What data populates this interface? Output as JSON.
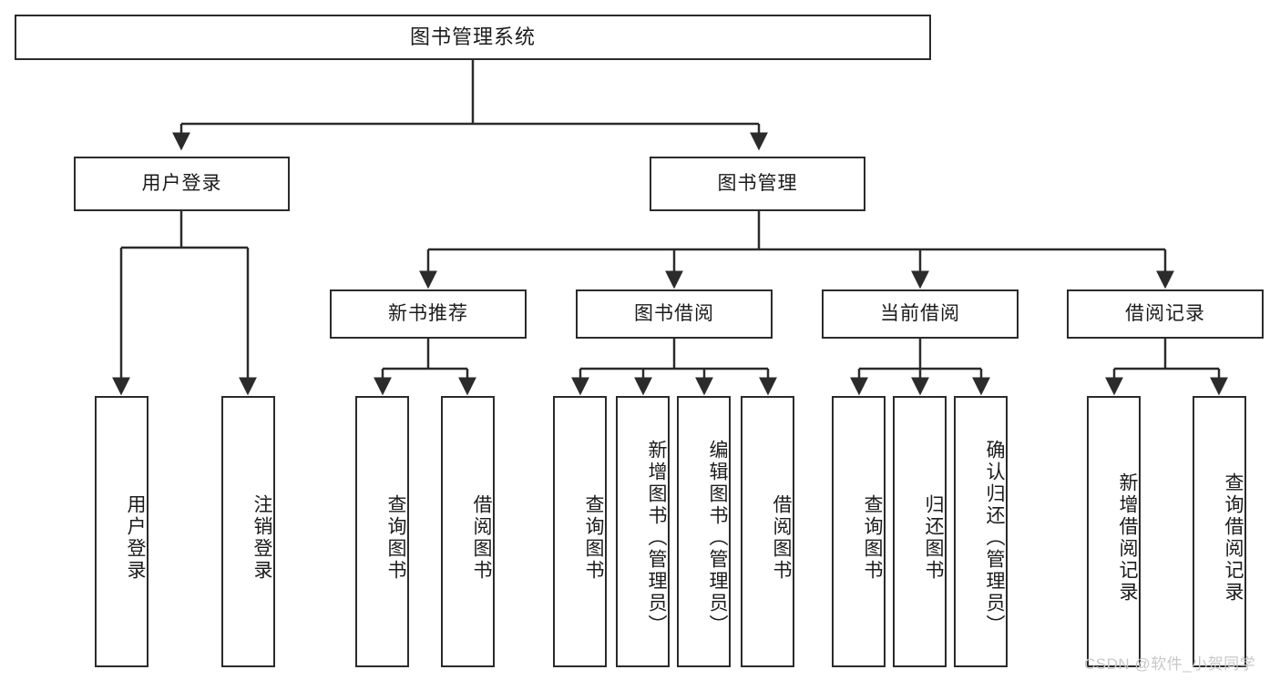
{
  "diagram": {
    "title": "图书管理系统",
    "watermark": "CSDN @软件_小贺同学",
    "colors": {
      "stroke": "#2b2b2b",
      "fill": "#ffffff",
      "text": "#1b1b1b",
      "watermark": "#c8c8c8"
    },
    "root": {
      "label": "图书管理系统"
    },
    "level2": [
      {
        "label": "用户登录"
      },
      {
        "label": "图书管理"
      }
    ],
    "level3": [
      {
        "label": "新书推荐"
      },
      {
        "label": "图书借阅"
      },
      {
        "label": "当前借阅"
      },
      {
        "label": "借阅记录"
      }
    ],
    "leaves": {
      "user_login": [
        {
          "label": "用户登录"
        },
        {
          "label": "注销登录"
        }
      ],
      "new_book_recommend": [
        {
          "label": "查询图书"
        },
        {
          "label": "借阅图书"
        }
      ],
      "book_borrow": [
        {
          "label": "查询图书"
        },
        {
          "label": "新增图书（管理员）"
        },
        {
          "label": "编辑图书（管理员）"
        },
        {
          "label": "借阅图书"
        }
      ],
      "current_borrow": [
        {
          "label": "查询图书"
        },
        {
          "label": "归还图书"
        },
        {
          "label": "确认归还（管理员）"
        }
      ],
      "borrow_record": [
        {
          "label": "新增借阅记录"
        },
        {
          "label": "查询借阅记录"
        }
      ]
    }
  }
}
